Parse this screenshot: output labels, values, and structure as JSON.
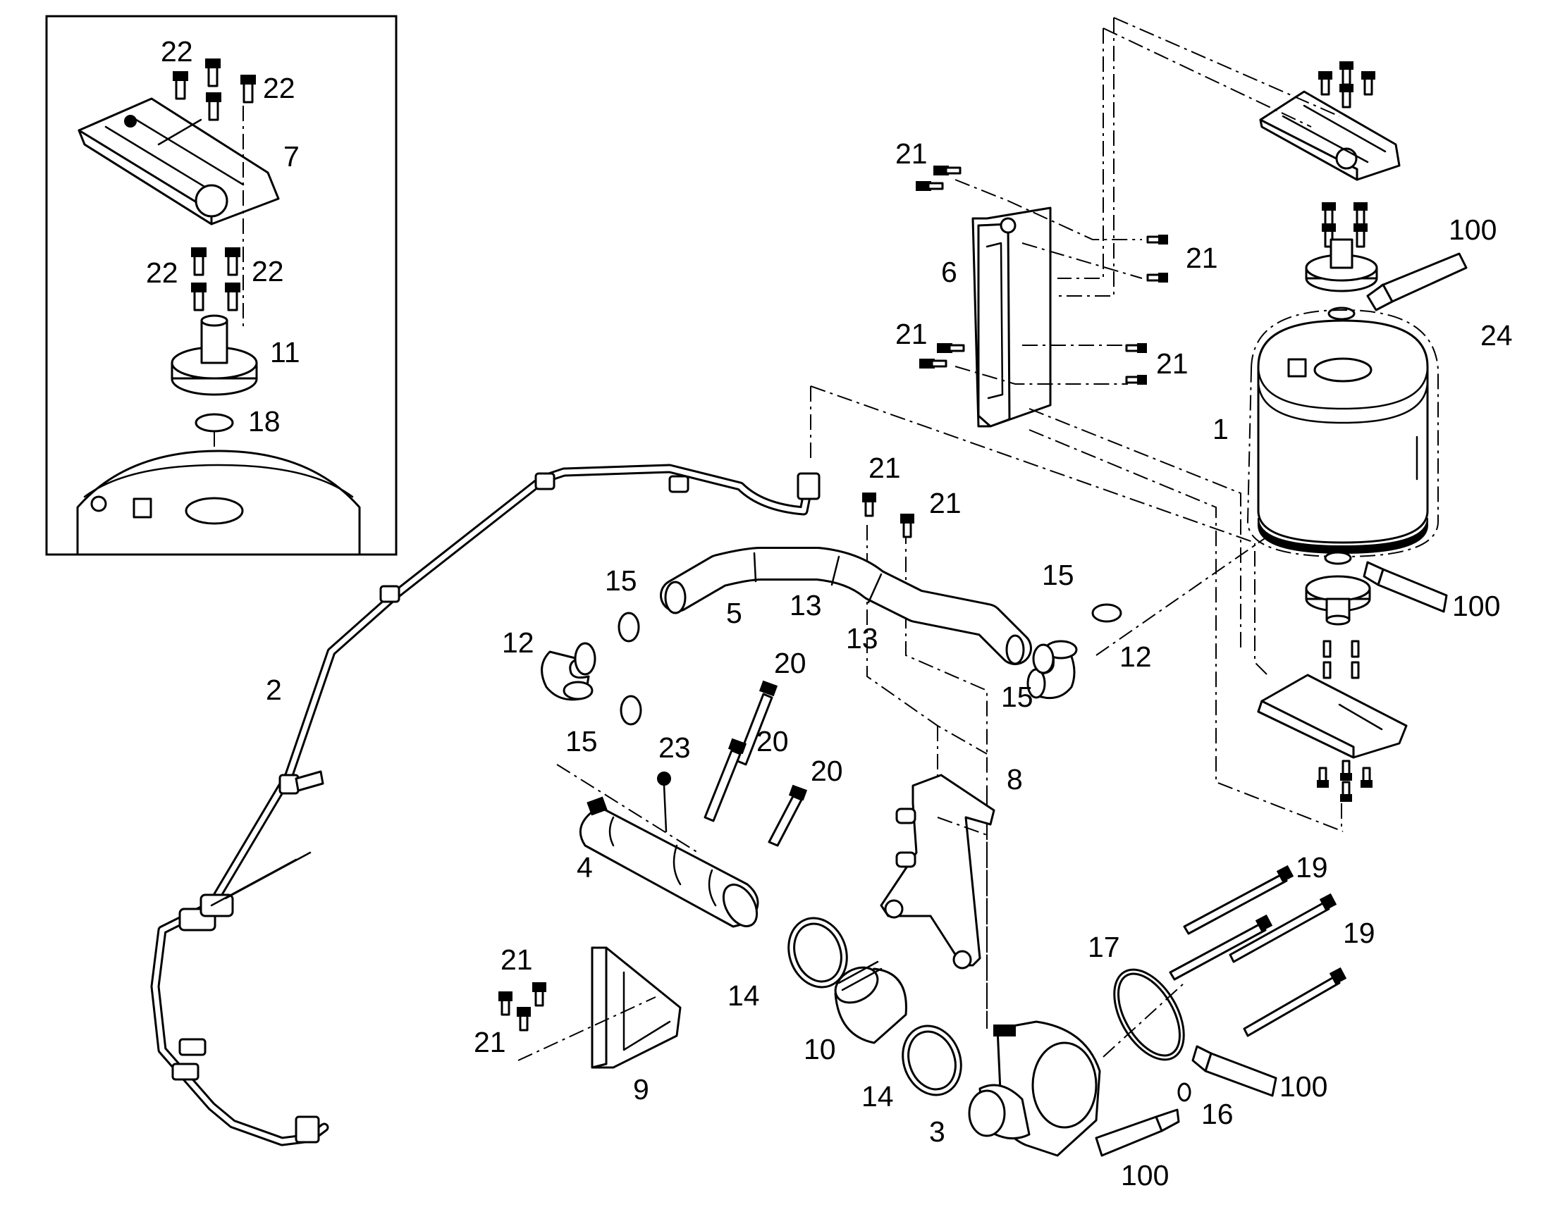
{
  "diagram": {
    "callouts": {
      "c1": "1",
      "c2": "2",
      "c3": "3",
      "c4": "4",
      "c5": "5",
      "c6": "6",
      "c7": "7",
      "c8": "8",
      "c9": "9",
      "c10": "10",
      "c11": "11",
      "c12a": "12",
      "c12b": "12",
      "c13a": "13",
      "c13b": "13",
      "c14a": "14",
      "c14b": "14",
      "c15a": "15",
      "c15b": "15",
      "c15c": "15",
      "c15d": "15",
      "c16": "16",
      "c17": "17",
      "c18": "18",
      "c19a": "19",
      "c19b": "19",
      "c20a": "20",
      "c20b": "20",
      "c20c": "20",
      "c21a": "21",
      "c21b": "21",
      "c21c": "21",
      "c21d": "21",
      "c21e": "21",
      "c21f": "21",
      "c21g": "21",
      "c21h": "21",
      "c22a": "22",
      "c22b": "22",
      "c22c": "22",
      "c22d": "22",
      "c23": "23",
      "c24": "24",
      "c100a": "100",
      "c100b": "100",
      "c100c": "100",
      "c100d": "100"
    }
  }
}
